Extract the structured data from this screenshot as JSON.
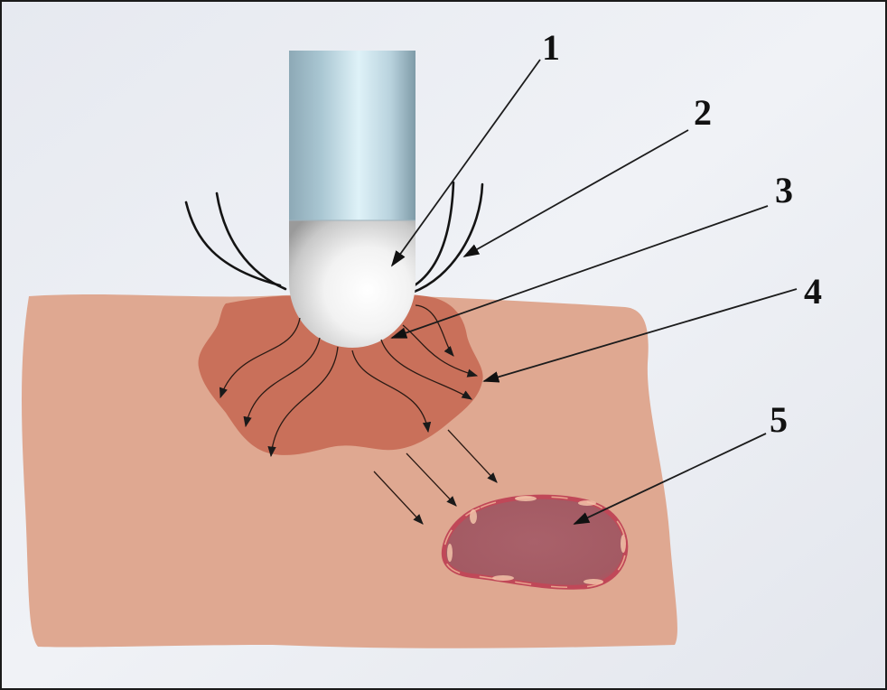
{
  "callouts": [
    {
      "id": "1",
      "label": "1"
    },
    {
      "id": "2",
      "label": "2"
    },
    {
      "id": "3",
      "label": "3"
    },
    {
      "id": "4",
      "label": "4"
    },
    {
      "id": "5",
      "label": "5"
    }
  ],
  "colors": {
    "background": "#eceef3",
    "frame": "#1a1a1a",
    "tissue": "#dfa891",
    "heated_zone": "#c9705a",
    "lesion_fill": "#a86068",
    "lesion_rim": "#c5485a",
    "probe_shaft_light": "#d6ecf3",
    "probe_shaft_dark": "#8aa6b4",
    "probe_tip": "#e9e9e9",
    "lines": "#141414"
  },
  "icons": {
    "probe": "cylindrical-probe-icon",
    "lesion": "target-lesion-icon"
  }
}
